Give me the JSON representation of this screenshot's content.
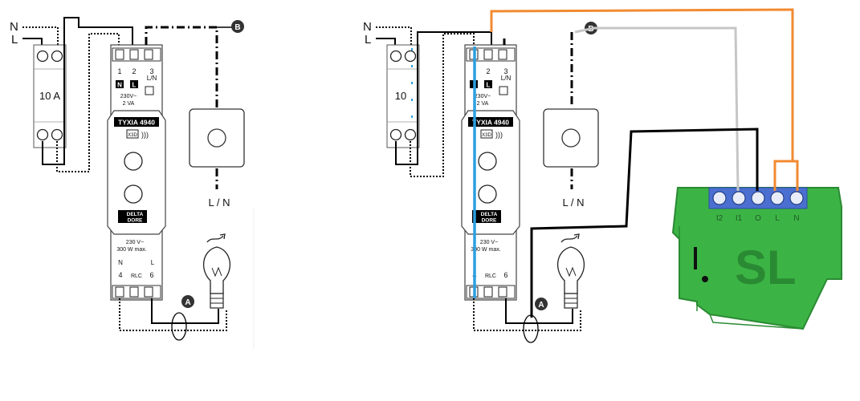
{
  "left": {
    "wire_n": "N",
    "wire_l": "L",
    "breaker_rating": "10 A",
    "term1_num": "1",
    "term2_num": "2",
    "term3_num": "3",
    "term1_badge": "N",
    "term2_badge": "L",
    "term3_label": "L/N",
    "supply_rating": "230V~",
    "supply_power": "2 VA",
    "model": "TYXIA 4940",
    "x3d": "X3D",
    "brand_line1": "DELTA",
    "brand_line2": "DORE",
    "load_rating": "230 V~",
    "load_power": "300 W max.",
    "out_n": "N",
    "out_l": "L",
    "out_4": "4",
    "out_rlc": "RLC",
    "out_6": "6",
    "marker_a": "A",
    "marker_b": "B",
    "switch_ln": "L / N"
  },
  "right": {
    "wire_n": "N",
    "wire_l": "L",
    "breaker_rating": "10",
    "term2_num": "2",
    "term3_num": "3",
    "term2_badge": "L",
    "term3_label": "L/N",
    "supply_rating": "230V~",
    "supply_power": "2 VA",
    "model": "TYXIA 4940",
    "x3d": "X3D",
    "brand_line1": "DELTA",
    "brand_line2": "DORE",
    "load_rating": "230 V~",
    "load_power": "300 W max.",
    "out_4": "4",
    "out_rlc": "RLC",
    "out_6": "6",
    "marker_a": "A",
    "marker_b": "B",
    "switch_ln": "L / N"
  },
  "shelly": {
    "terminals": [
      "I2",
      "I1",
      "O",
      "L",
      "N"
    ],
    "logo": "SL"
  },
  "colors": {
    "shelly_body": "#3cb445",
    "shelly_outline": "#2a8a33",
    "terminal_block": "#4a6fd0",
    "wire_orange": "#f28a30",
    "wire_blue": "#2a9fe0",
    "wire_gray": "#c6c6c6",
    "wire_black": "#000000"
  }
}
